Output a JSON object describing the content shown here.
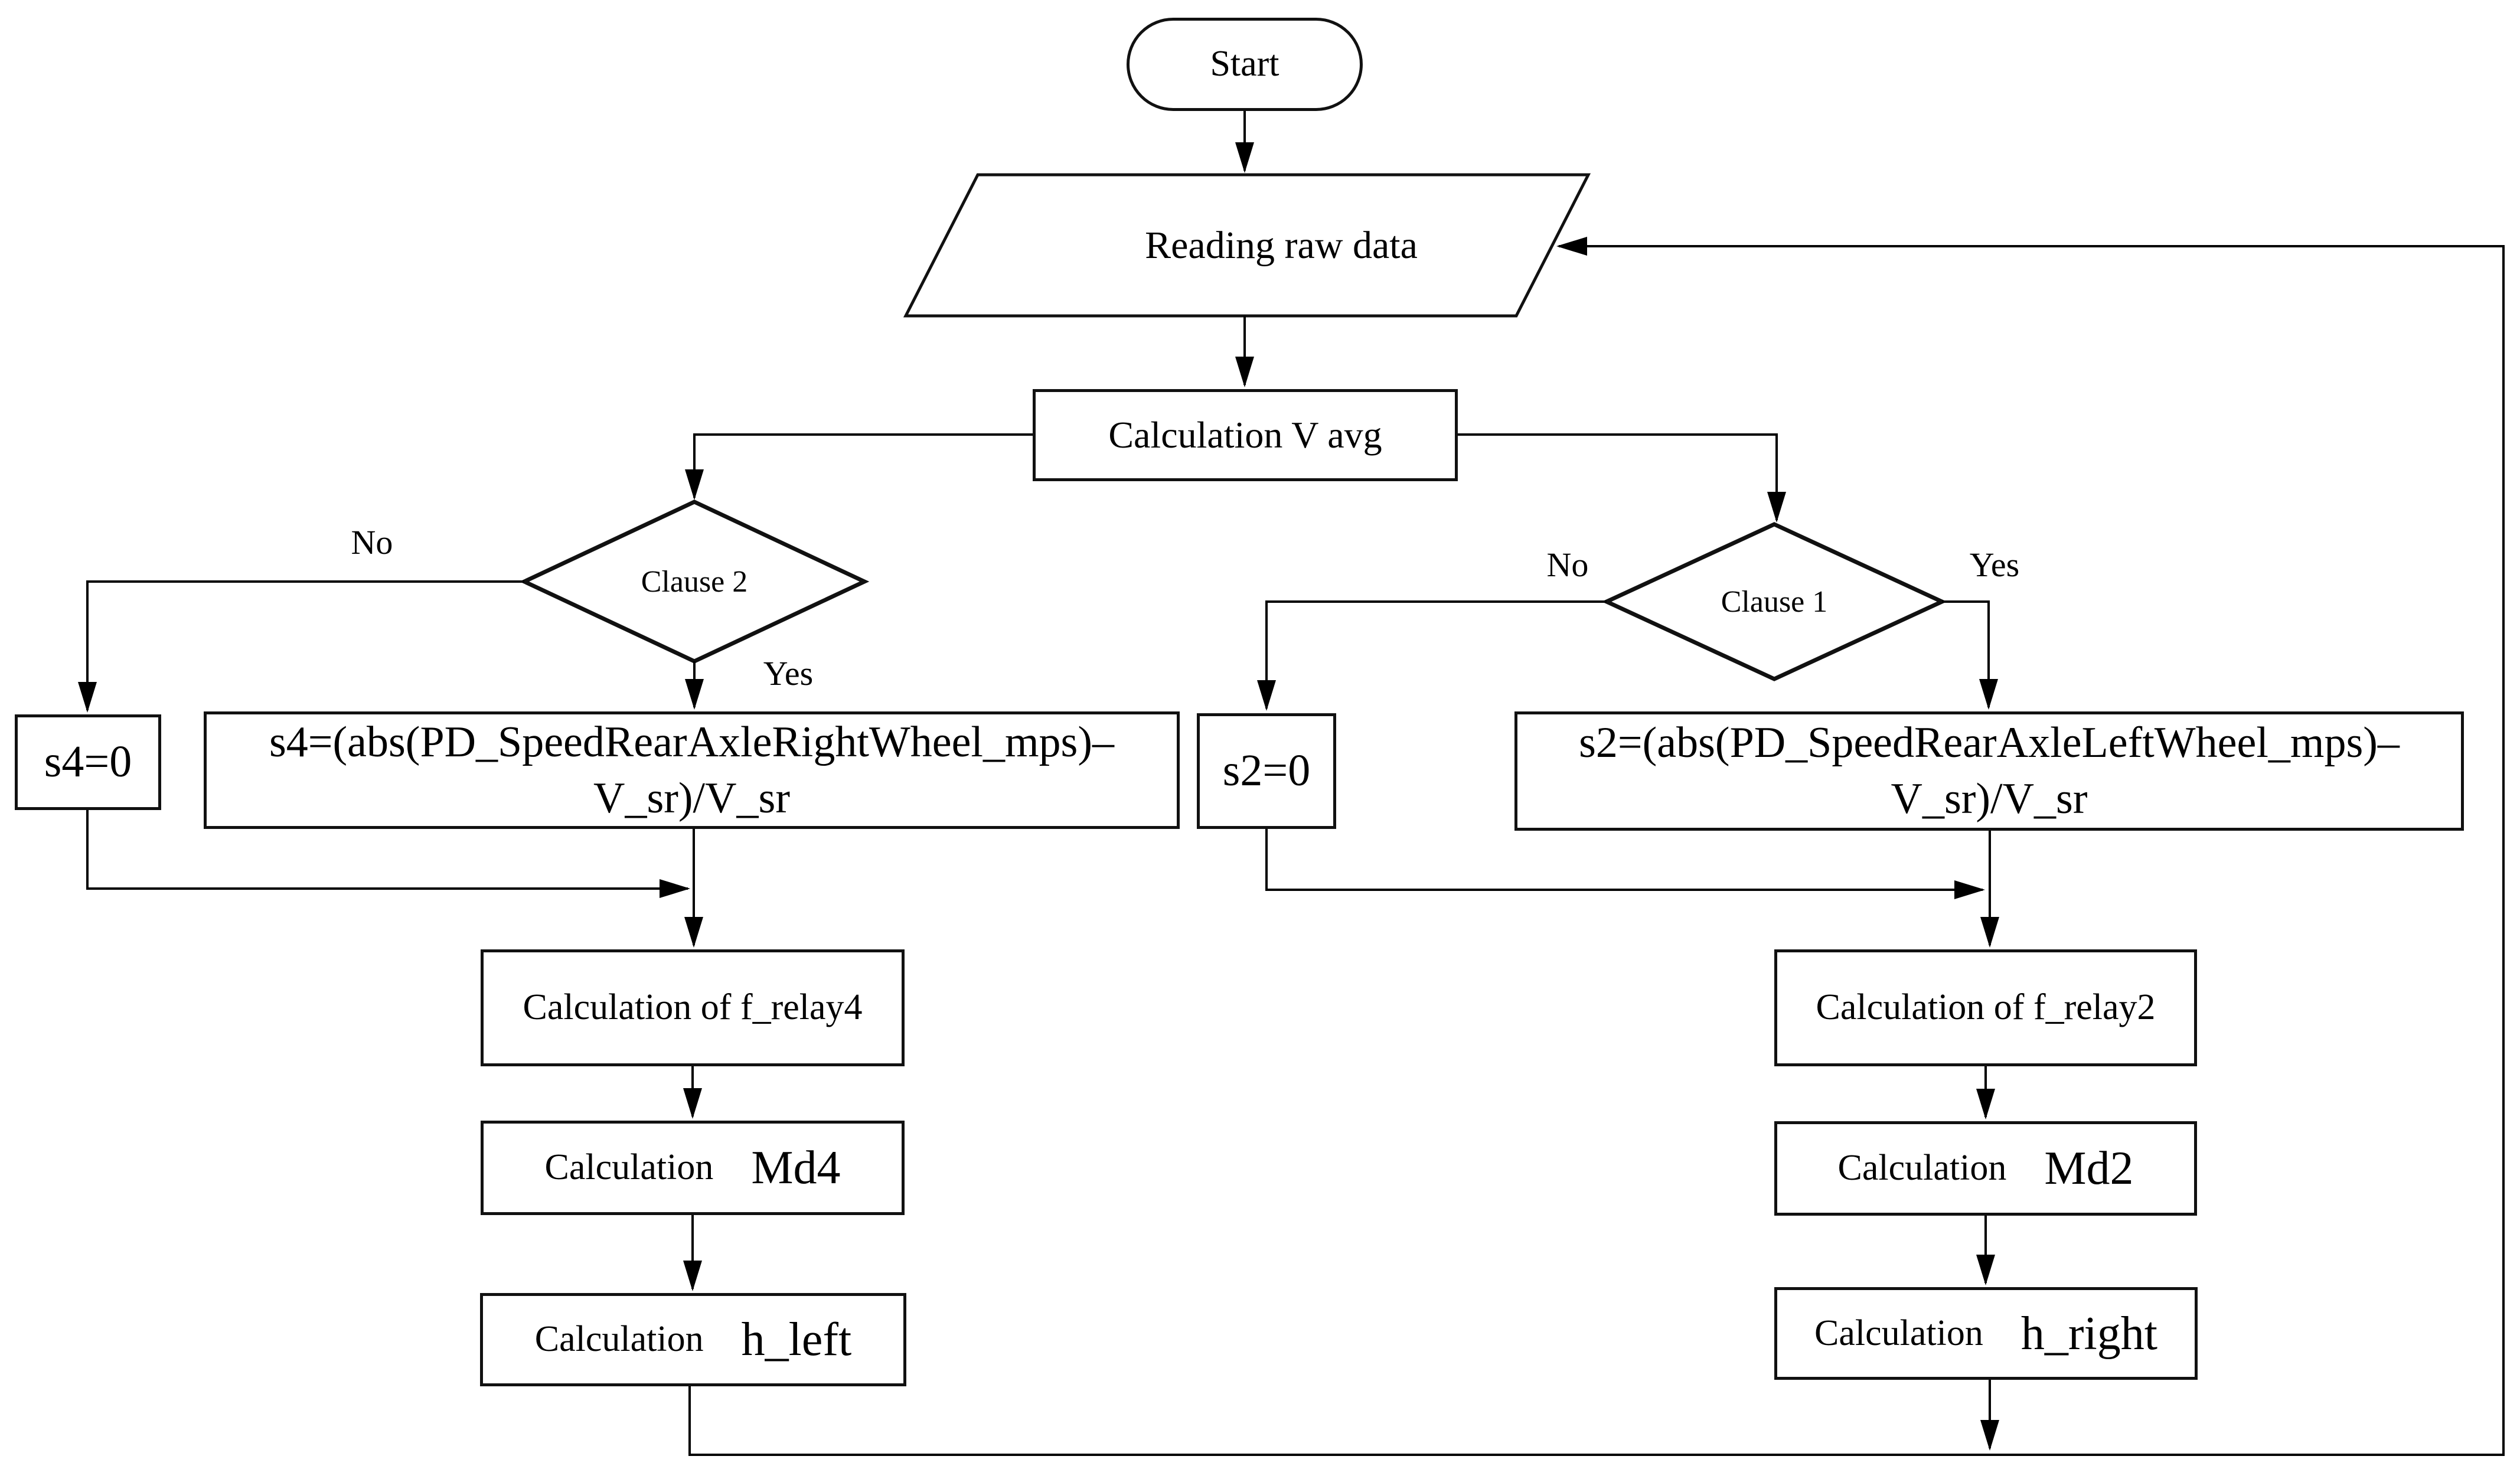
{
  "flowchart": {
    "background": "#ffffff",
    "line_color": "#000000",
    "nodes": {
      "start": {
        "label": "Start"
      },
      "reading": {
        "label": "Reading raw data"
      },
      "v_avg": {
        "label": "Calculation V avg"
      },
      "clause2": {
        "label": "Clause 2"
      },
      "clause1": {
        "label": "Clause 1"
      },
      "s4_zero": {
        "label": "s4=0"
      },
      "s4_formula": {
        "line1": "s4=(abs(PD_SpeedRearAxleRightWheel_mps)–",
        "line2": "V_sr)/V_sr"
      },
      "s2_zero": {
        "label": "s2=0"
      },
      "s2_formula": {
        "line1": "s2=(abs(PD_SpeedRearAxleLeftWheel_mps)–",
        "line2": "V_sr)/V_sr"
      },
      "f_relay4": {
        "label": "Calculation of f_relay4"
      },
      "md4": {
        "label": "Calculation",
        "value": "Md4"
      },
      "h_left": {
        "label": "Calculation",
        "value": "h_left"
      },
      "f_relay2": {
        "label": "Calculation of f_relay2"
      },
      "md2": {
        "label": "Calculation",
        "value": "Md2"
      },
      "h_right": {
        "label": "Calculation",
        "value": "h_right"
      }
    },
    "branch_labels": {
      "clause2_no": "No",
      "clause2_yes": "Yes",
      "clause1_no": "No",
      "clause1_yes": "Yes"
    }
  }
}
